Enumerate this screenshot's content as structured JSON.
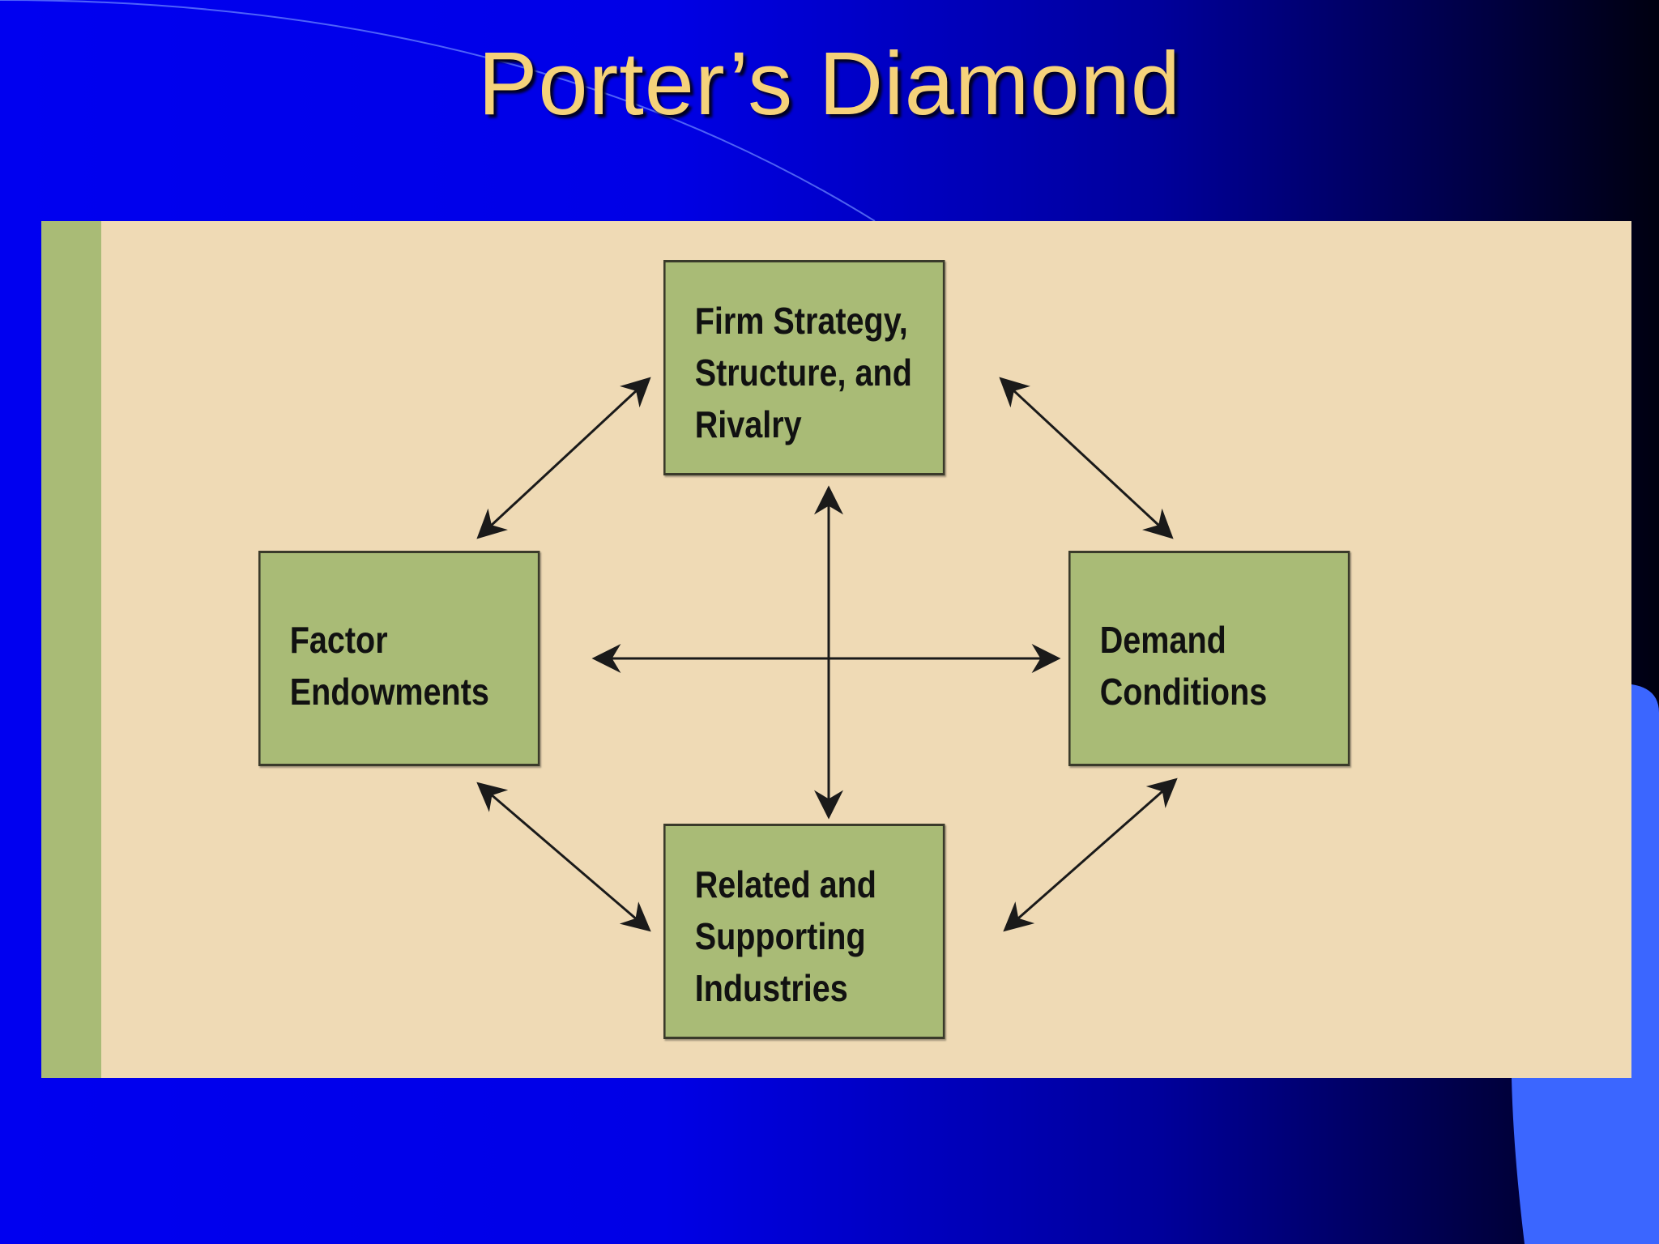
{
  "slide": {
    "title": "Porter’s Diamond"
  },
  "diagram": {
    "boxes": {
      "top": "Firm Strategy,\nStructure, and\nRivalry",
      "left": "Factor\nEndowments",
      "right": "Demand\nConditions",
      "bottom": "Related and\nSupporting\nIndustries"
    }
  },
  "colors": {
    "title": "#f5d27a",
    "box_fill": "#a9bb76",
    "figure_bg": "#efdab5",
    "arrow": "#1a1a1a"
  }
}
